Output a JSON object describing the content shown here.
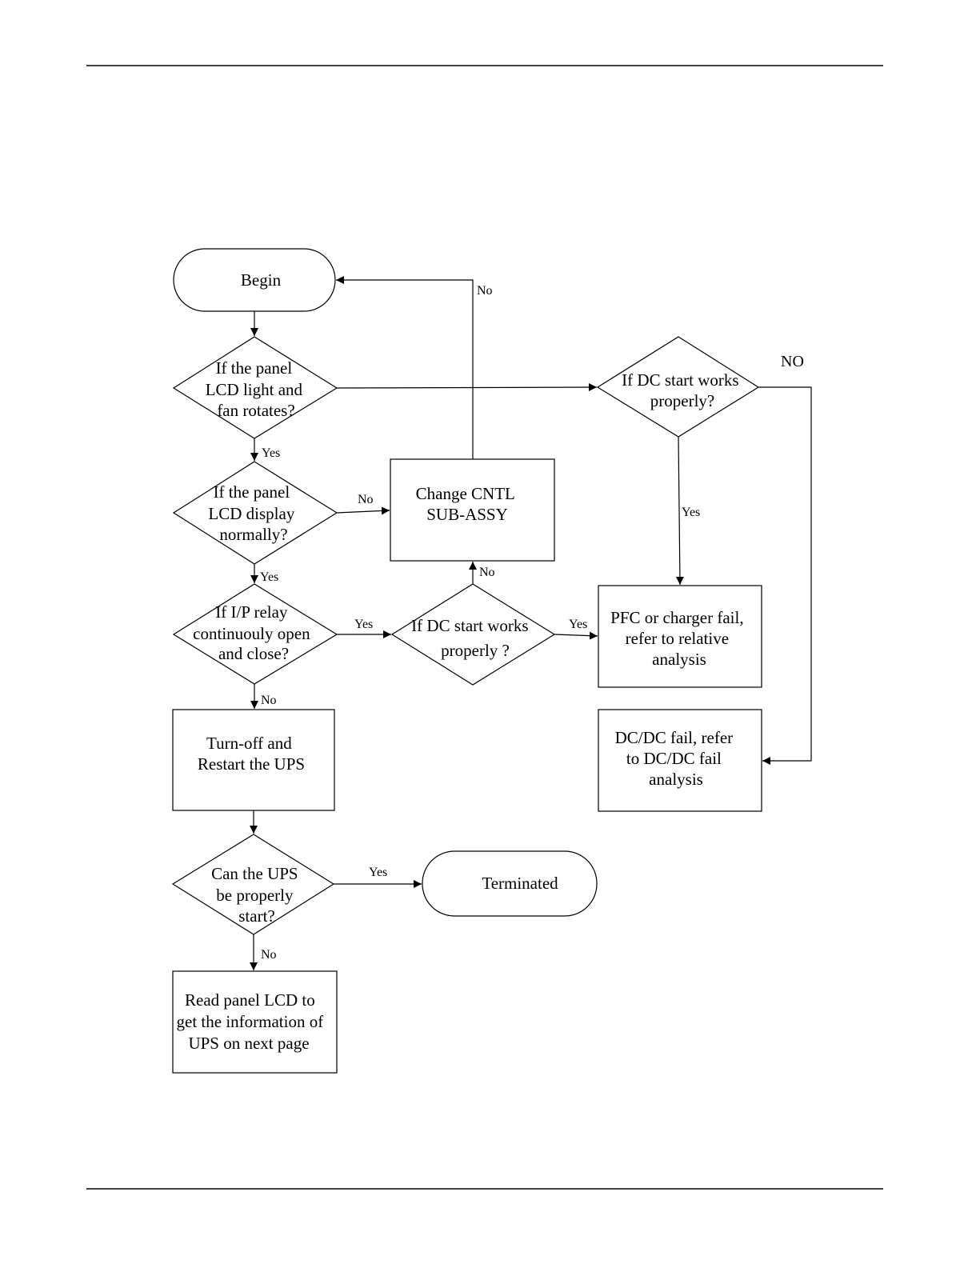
{
  "flowchart": {
    "nodes": {
      "begin": [
        "Begin"
      ],
      "panel_lcd_light": [
        "If the panel",
        "LCD light and",
        "fan rotates?"
      ],
      "panel_lcd_display": [
        "If the panel",
        "LCD display",
        "normally?"
      ],
      "ip_relay": [
        "If I/P relay",
        "continuouly open",
        "and close?"
      ],
      "turn_off_restart": [
        "Turn-off and",
        "Restart the UPS"
      ],
      "ups_start": [
        "Can the UPS",
        "be properly",
        "start?"
      ],
      "read_panel": [
        "Read panel LCD to",
        "get the information of",
        "UPS on next page"
      ],
      "terminated": [
        "Terminated"
      ],
      "change_cntl": [
        "Change CNTL",
        "SUB-ASSY"
      ],
      "dc_start_mid": [
        "If DC start works",
        "properly ?"
      ],
      "dc_start_top": [
        "If DC start works",
        "properly?"
      ],
      "pfc_fail": [
        "PFC or charger fail,",
        "refer to relative",
        "analysis"
      ],
      "dcdc_fail": [
        "DC/DC fail, refer",
        "to DC/DC fail",
        "analysis"
      ]
    },
    "edges": {
      "change_to_begin": "No",
      "dc_top_to_dcdc": "NO",
      "lcd_light_yes": "Yes",
      "lcd_display_no": "No",
      "dc_top_yes": "Yes",
      "lcd_display_yes": "Yes",
      "dc_mid_no": "No",
      "relay_yes": "Yes",
      "dc_mid_yes": "Yes",
      "relay_no": "No",
      "ups_start_yes": "Yes",
      "ups_start_no": "No"
    }
  }
}
